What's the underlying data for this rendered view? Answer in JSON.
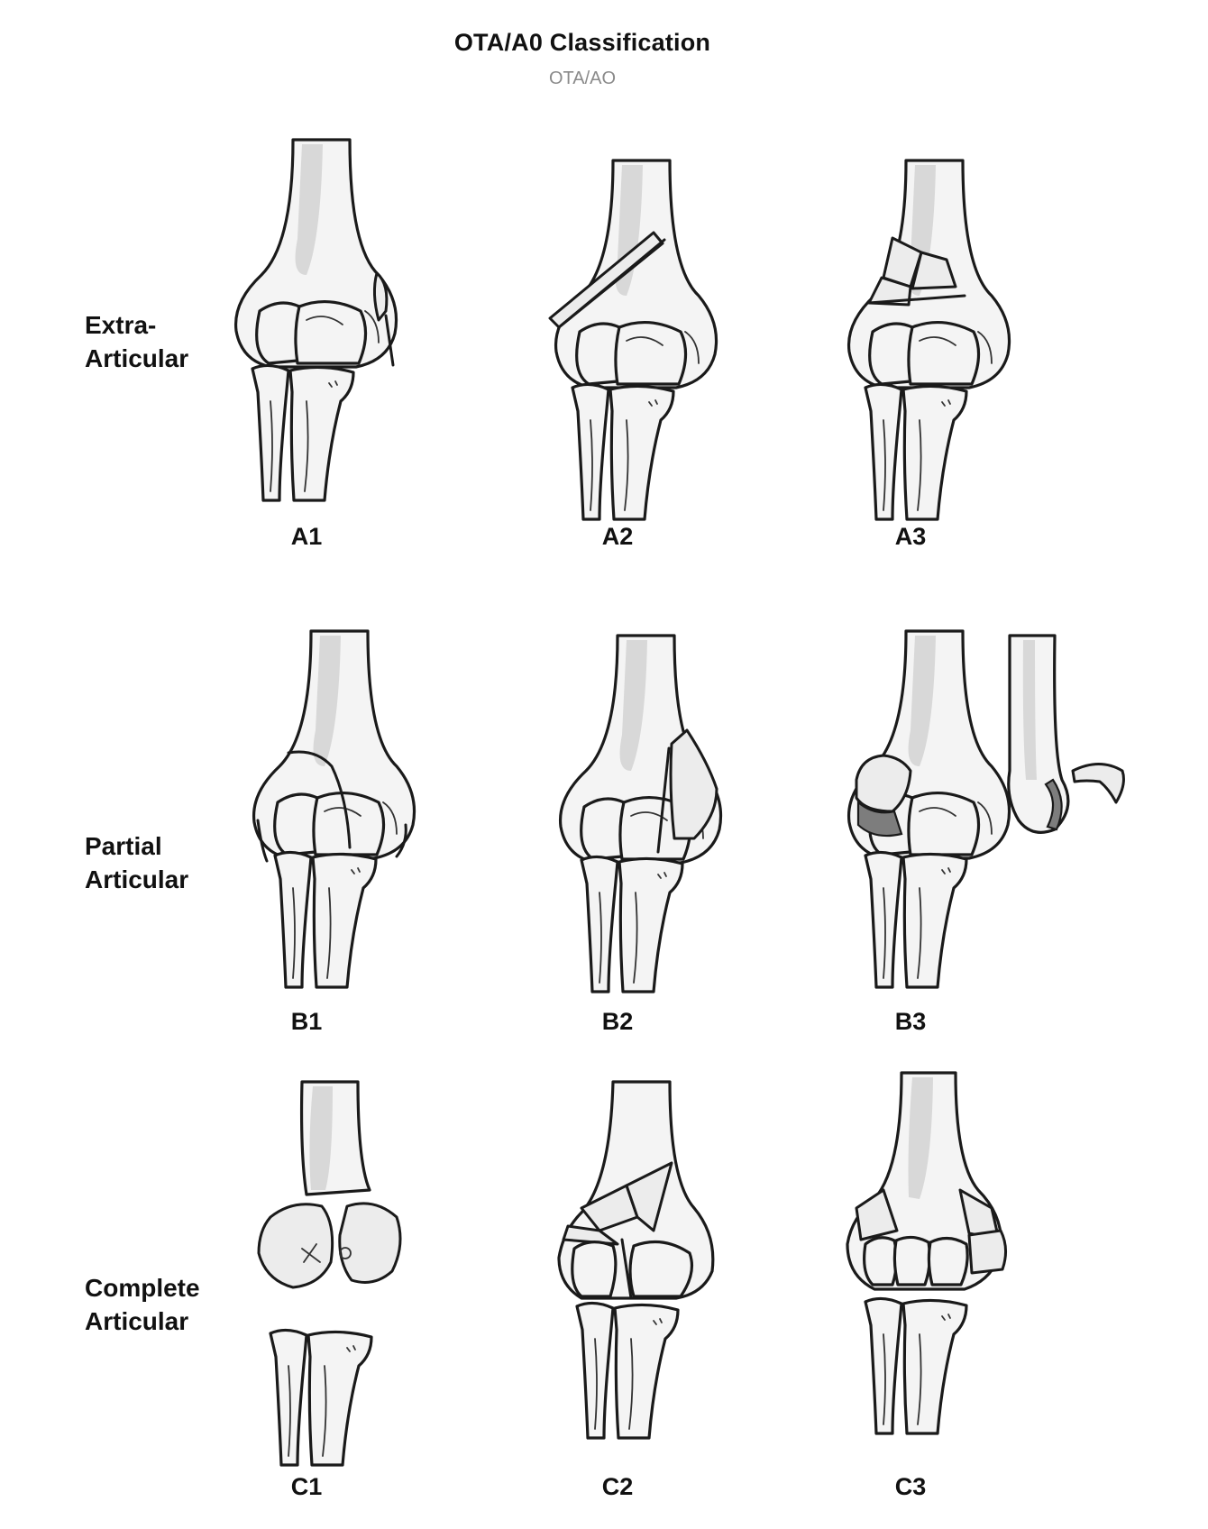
{
  "header": {
    "title": "OTA/A0 Classification",
    "subtitle": "OTA/AO"
  },
  "rows": [
    {
      "label_line1": "Extra-",
      "label_line2": "Articular",
      "cells": [
        {
          "label": "A1"
        },
        {
          "label": "A2"
        },
        {
          "label": "A3"
        }
      ]
    },
    {
      "label_line1": "Partial",
      "label_line2": "Articular",
      "cells": [
        {
          "label": "B1"
        },
        {
          "label": "B2"
        },
        {
          "label": "B3"
        }
      ]
    },
    {
      "label_line1": "Complete",
      "label_line2": "Articular",
      "cells": [
        {
          "label": "C1"
        },
        {
          "label": "C2"
        },
        {
          "label": "C3"
        }
      ]
    }
  ]
}
